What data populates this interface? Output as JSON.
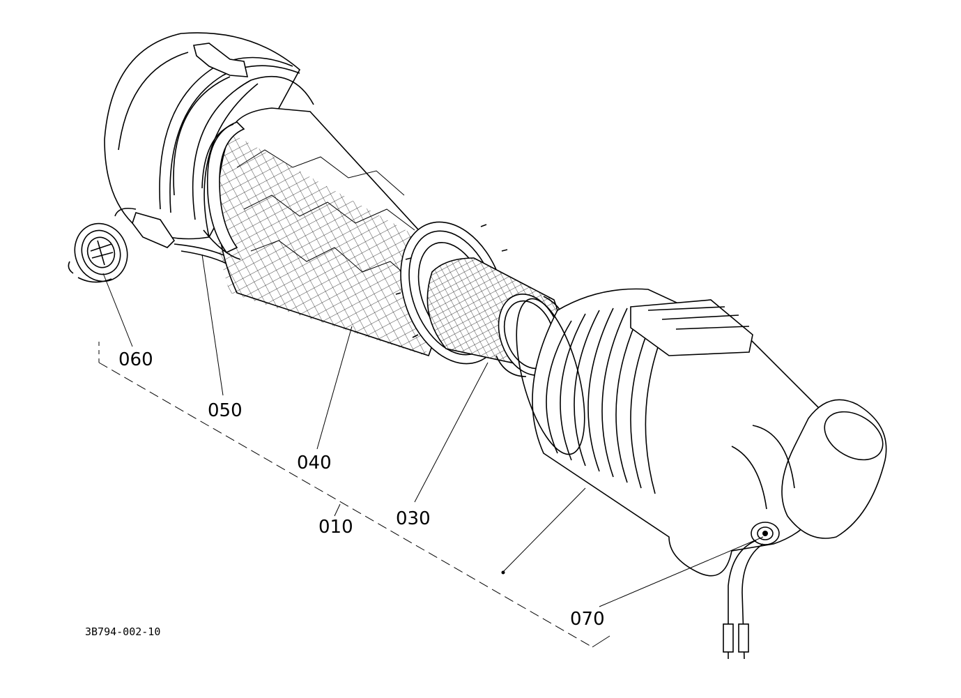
{
  "diagram": {
    "drawing_number": "3B794-002-10",
    "callouts": [
      {
        "id": "c060",
        "label": "060"
      },
      {
        "id": "c050",
        "label": "050"
      },
      {
        "id": "c040",
        "label": "040"
      },
      {
        "id": "c010",
        "label": "010"
      },
      {
        "id": "c030",
        "label": "030"
      },
      {
        "id": "c070",
        "label": "070"
      }
    ],
    "colors": {
      "ink": "#000000",
      "background": "#ffffff"
    }
  }
}
